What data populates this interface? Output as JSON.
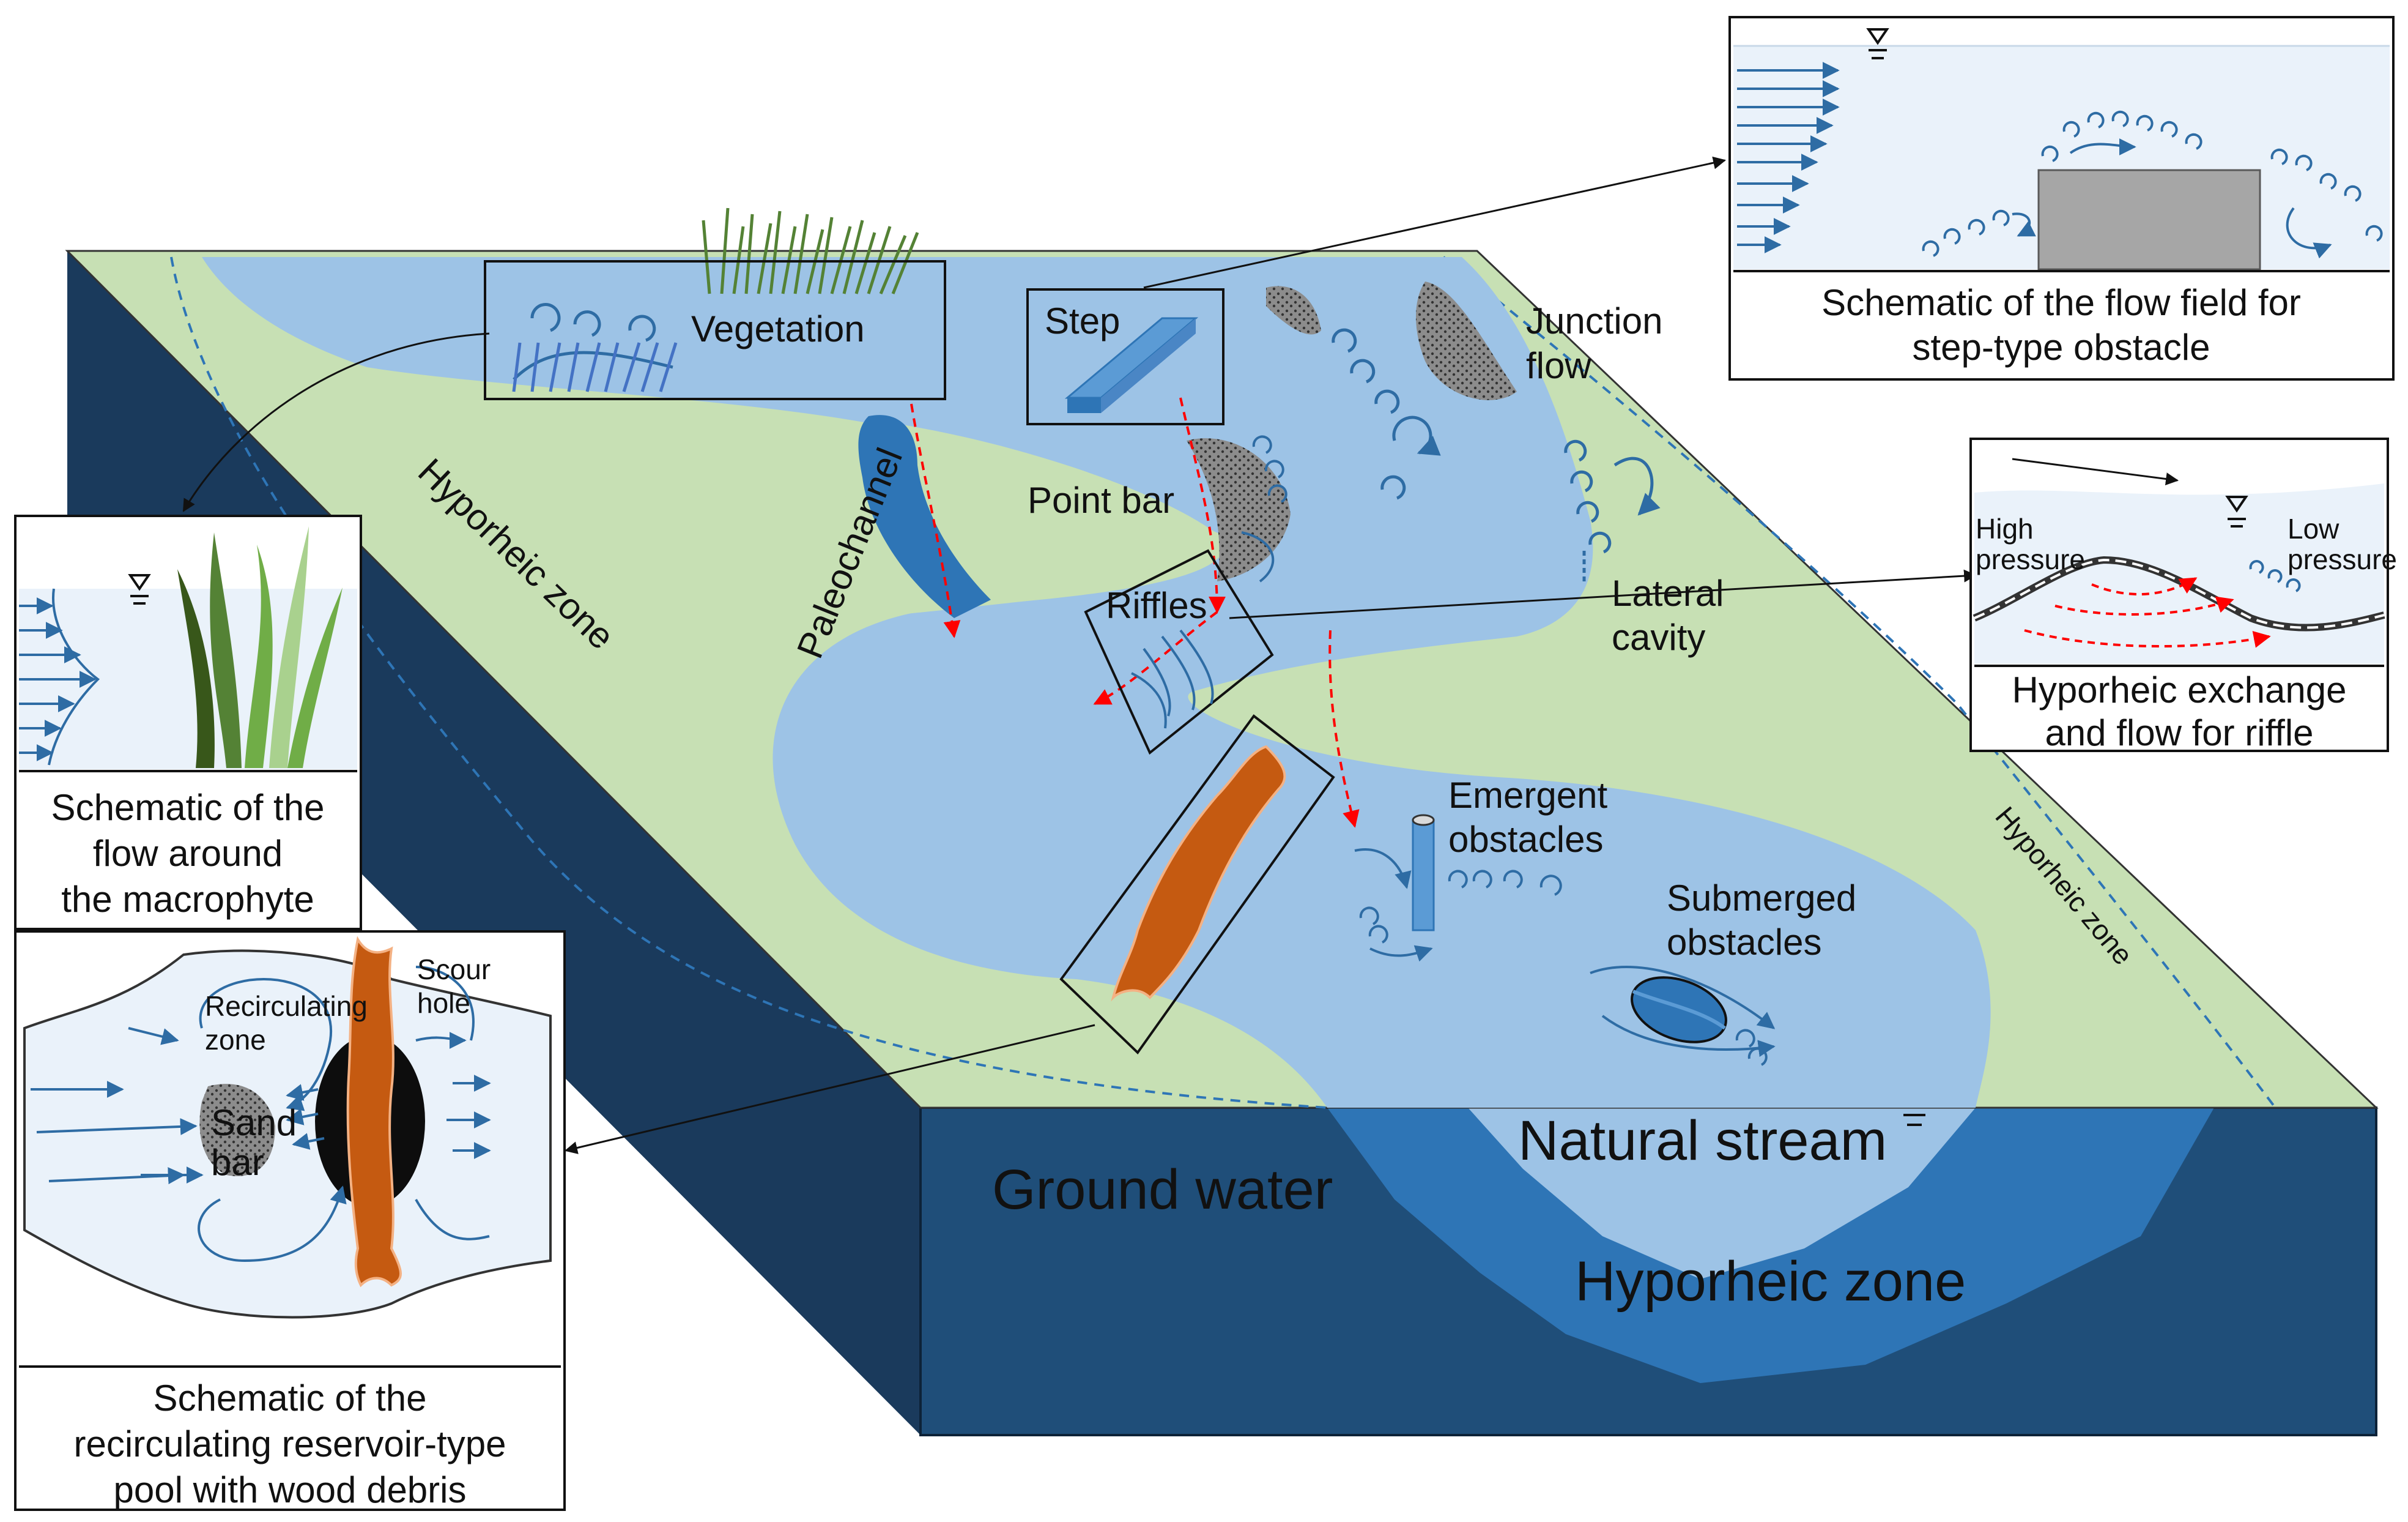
{
  "labels": {
    "vegetation": "Vegetation",
    "step": "Step",
    "junction_flow_1": "Junction",
    "junction_flow_2": "flow",
    "point_bar": "Point bar",
    "paleochannel": "Paleochannel",
    "hyporheic_zone_left": "Hyporheic zone",
    "hyporheic_zone_right": "Hyporheic zone",
    "riffles": "Riffles",
    "lateral_cavity_1": "Lateral",
    "lateral_cavity_2": "cavity",
    "emergent_obstacles_1": "Emergent",
    "emergent_obstacles_2": "obstacles",
    "submerged_obstacles_1": "Submerged",
    "submerged_obstacles_2": "obstacles",
    "ground_water": "Ground water",
    "natural_stream": "Natural stream",
    "hyporheic_zone_section": "Hyporheic zone"
  },
  "insets": {
    "step": {
      "caption_1": "Schematic of the flow field for",
      "caption_2": "step-type obstacle"
    },
    "riffle": {
      "high_1": "High",
      "high_2": "pressure",
      "low_1": "Low",
      "low_2": "pressure",
      "caption_1": "Hyporheic exchange",
      "caption_2": "and flow for riffle"
    },
    "macrophyte": {
      "caption_1": "Schematic of the",
      "caption_2": "flow around",
      "caption_3": "the macrophyte"
    },
    "pool": {
      "recirc_1": "Recirculating",
      "recirc_2": "zone",
      "scour_1": "Scour",
      "scour_2": "hole",
      "sand_1": "Sand",
      "sand_2": "bar",
      "caption_1": "Schematic of the",
      "caption_2": "recirculating reservoir-type",
      "caption_3": "pool with wood debris"
    }
  },
  "colors": {
    "land_green": "#c7e0b4",
    "water_blue": "#9dc3e6",
    "deep_navy": "#1f4e79",
    "side_navy": "#1a3a5c",
    "hyporheic_blue": "#2e75b6",
    "wood_orange": "#c55a11",
    "sediment_gray": "#7f7f7f",
    "flow_arrow": "#2e6ca4",
    "exchange_red": "#ff0000"
  }
}
